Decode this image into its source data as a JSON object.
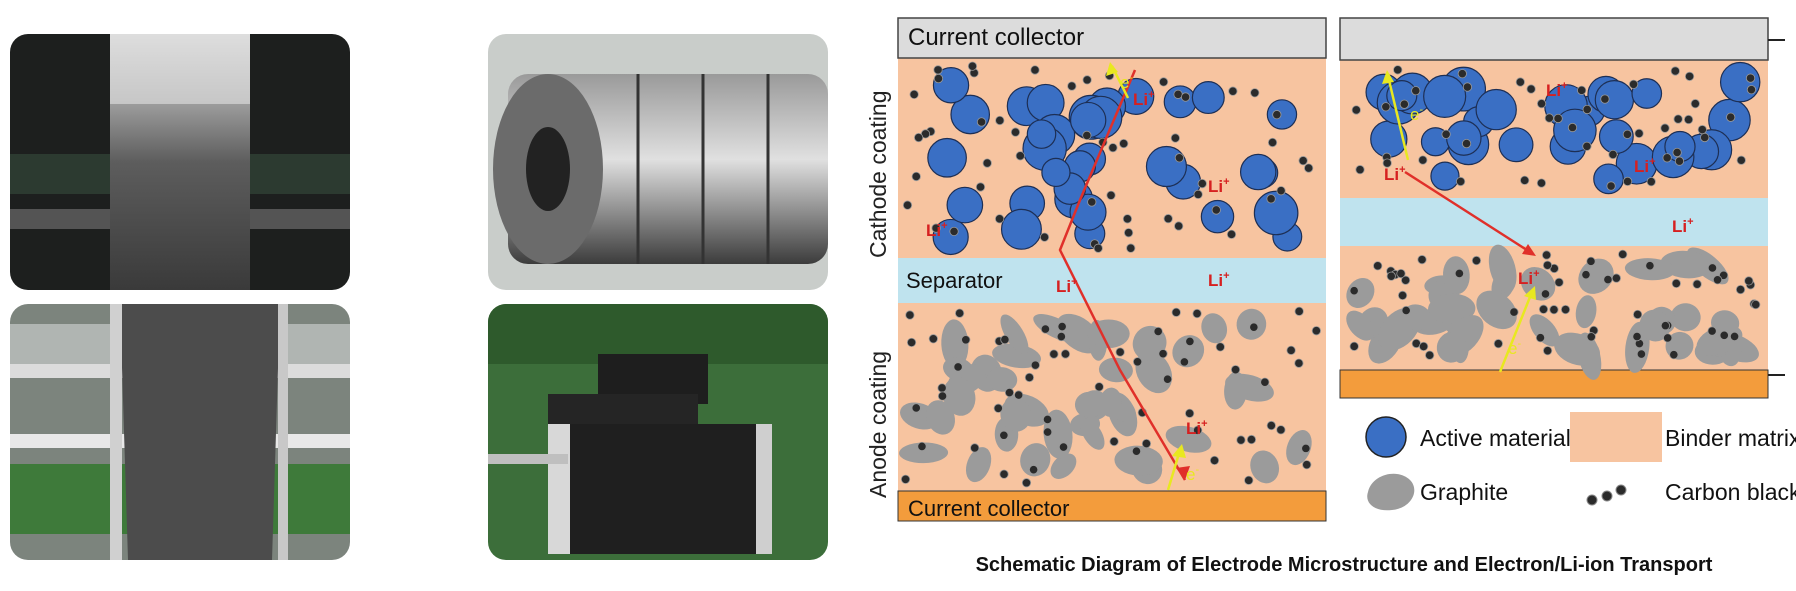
{
  "left_diagram": {
    "top_collector": "Current collector",
    "bottom_collector": "Current collector",
    "cathode_side_label": "Cathode coating",
    "anode_side_label": "Anode coating",
    "separator_label": "Separator",
    "ion_label": "Li",
    "ion_charge": "+",
    "electron_label": "e",
    "electron_charge": "-"
  },
  "right_diagram": {
    "ion_label": "Li",
    "ion_charge": "+",
    "electron_label": "e",
    "electron_charge": "-"
  },
  "legend": {
    "active_material": "Active material",
    "binder_matrix": "Binder matrix",
    "graphite": "Graphite",
    "carbon_black": "Carbon black"
  },
  "caption": "Schematic Diagram of Electrode Microstructure and Electron/Li-ion Transport",
  "colors": {
    "active_material": "#3a6fc4",
    "binder": "#f7c4a0",
    "separator": "#bfe3ee",
    "graphite": "#9b9b9b",
    "carbon_black": "#2b2b2b",
    "collector_top": "#dcdcdc",
    "collector_bottom": "#f39c3c",
    "ion_path": "#e0302a",
    "electron_path": "#e8e820"
  }
}
